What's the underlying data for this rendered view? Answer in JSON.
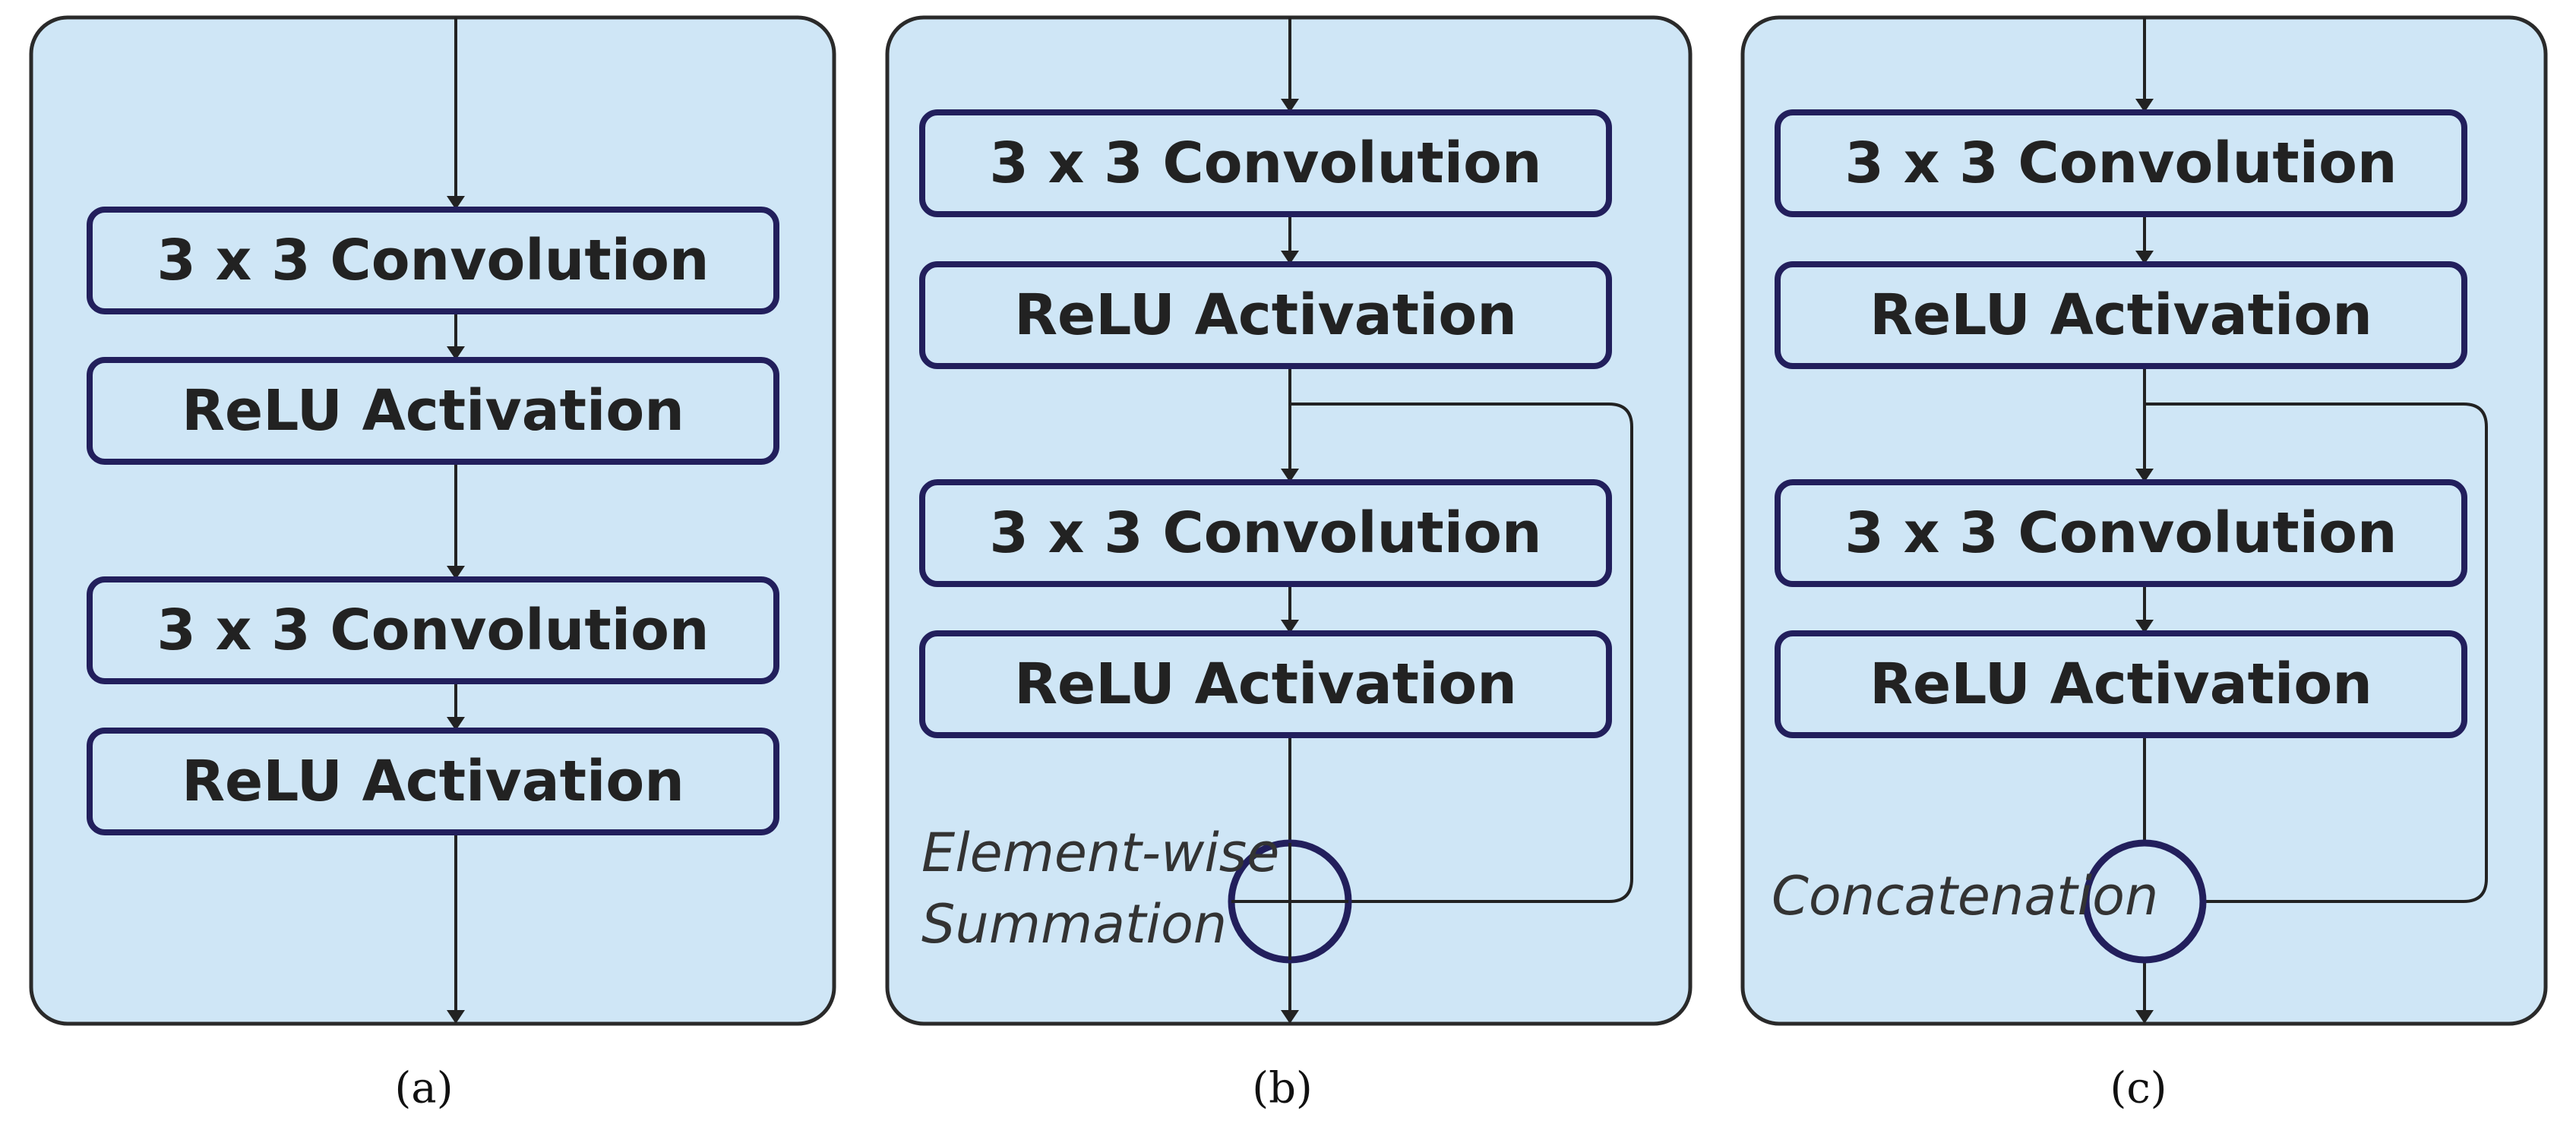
{
  "panels": [
    {
      "caption": "(a)",
      "blocks": [
        "3 x 3 Convolution",
        "ReLU Activation",
        "3 x 3 Convolution",
        "ReLU Activation"
      ],
      "operation": null
    },
    {
      "caption": "(b)",
      "blocks": [
        "3 x 3 Convolution",
        "ReLU Activation",
        "3 x 3 Convolution",
        "ReLU Activation"
      ],
      "operation": {
        "label_lines": [
          "Element-wise",
          "Summation"
        ],
        "symbol": "plus"
      }
    },
    {
      "caption": "(c)",
      "blocks": [
        "3 x 3 Convolution",
        "ReLU Activation",
        "3 x 3 Convolution",
        "ReLU Activation"
      ],
      "operation": {
        "label_lines": [
          "Concatenation"
        ],
        "symbol": "none"
      }
    }
  ]
}
